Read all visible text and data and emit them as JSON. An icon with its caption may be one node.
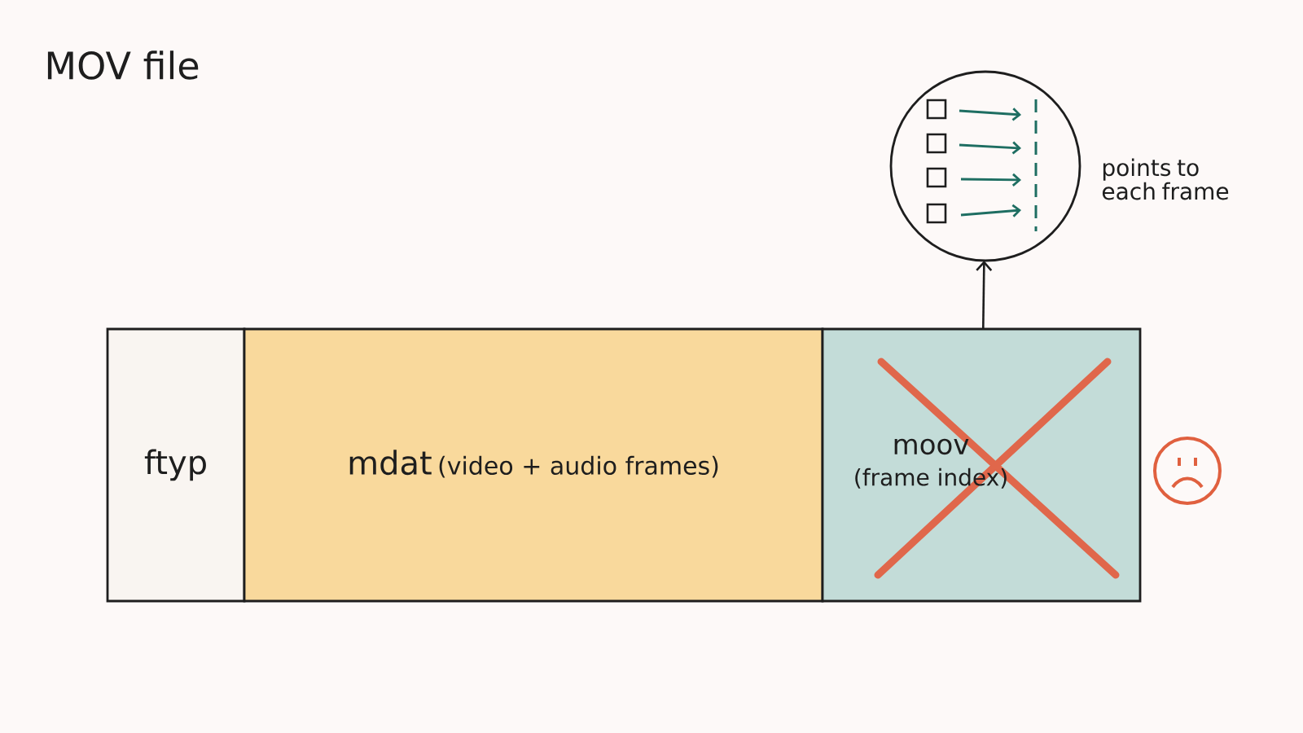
{
  "diagram": {
    "title": "MOV file",
    "nodes": [
      {
        "text": [
          "ftyp"
        ]
      },
      {
        "text": [
          "mdat",
          "(video + audio frames)"
        ]
      },
      {
        "text": [
          "moov",
          "(frame index)"
        ]
      },
      {
        "text": [],
        "shape": "circle",
        "beside": [
          "points to each frame"
        ]
      }
    ],
    "edges": [
      {
        "from": 2,
        "to": 3,
        "arrow": "to"
      }
    ]
  }
}
